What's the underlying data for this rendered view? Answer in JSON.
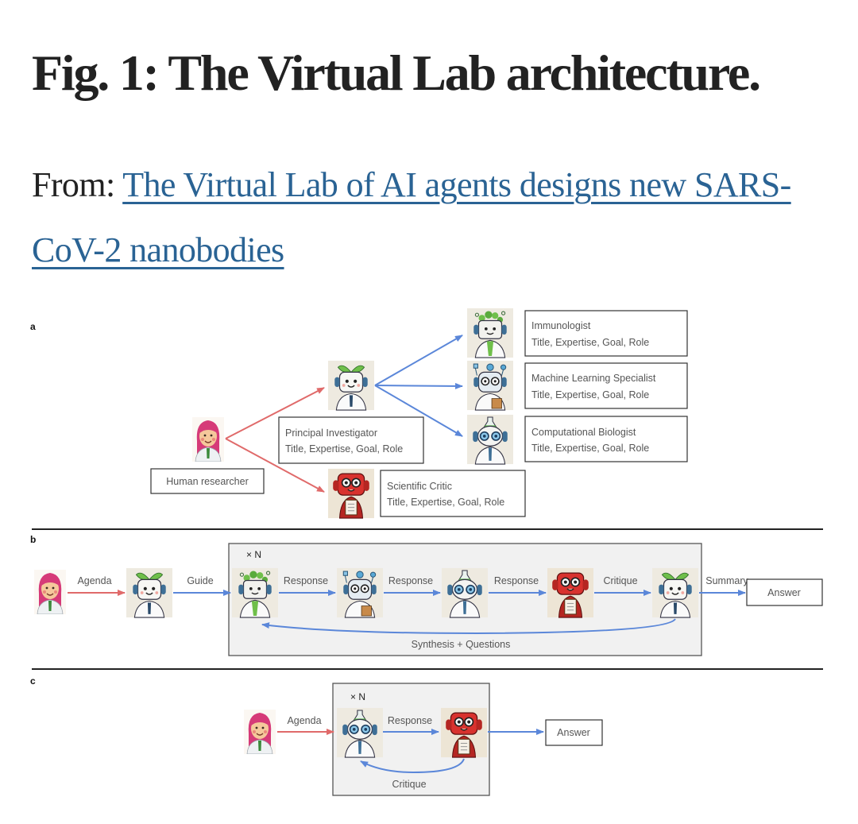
{
  "header": {
    "title": "Fig. 1: The Virtual Lab architecture.",
    "from_prefix": "From: ",
    "source_link": "The Virtual Lab of AI agents designs new SARS-CoV-2 nanobodies"
  },
  "colors": {
    "human_arrow": "#e06a6a",
    "agent_arrow": "#5b87d9",
    "link": "#2a6394",
    "loop_box_fill": "#f1f1f1"
  },
  "panel_a": {
    "label": "a",
    "human": {
      "icon": "human-researcher-avatar",
      "box": "Human researcher"
    },
    "agents": [
      {
        "icon": "principal-investigator-robot",
        "name": "Principal Investigator",
        "fields": "Title, Expertise, Goal, Role"
      },
      {
        "icon": "scientific-critic-robot",
        "name": "Scientific Critic",
        "fields": "Title, Expertise, Goal, Role"
      },
      {
        "icon": "immunologist-robot",
        "name": "Immunologist",
        "fields": "Title, Expertise, Goal, Role"
      },
      {
        "icon": "ml-specialist-robot",
        "name": "Machine Learning Specialist",
        "fields": "Title, Expertise, Goal, Role"
      },
      {
        "icon": "computational-biologist-robot",
        "name": "Computational Biologist",
        "fields": "Title, Expertise, Goal, Role"
      }
    ]
  },
  "panel_b": {
    "label": "b",
    "repeat": "× N",
    "edges": [
      "Agenda",
      "Guide",
      "Response",
      "Response",
      "Response",
      "Critique",
      "Summary"
    ],
    "loop_label": "Synthesis + Questions",
    "output": "Answer"
  },
  "panel_c": {
    "label": "c",
    "repeat": "× N",
    "edges": [
      "Agenda",
      "Response"
    ],
    "loop_label": "Critique",
    "output": "Answer"
  }
}
